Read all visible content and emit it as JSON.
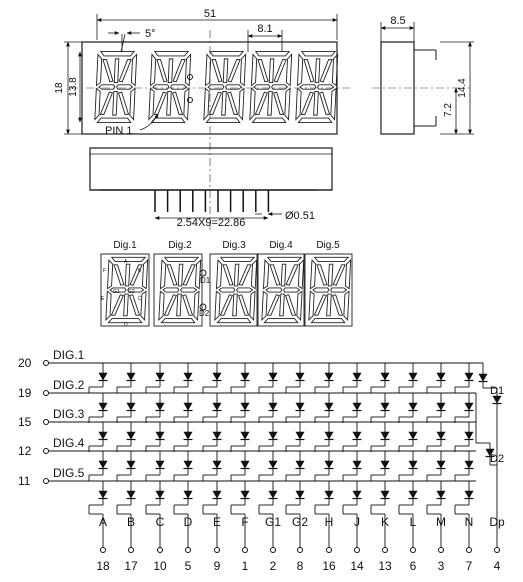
{
  "drawing": {
    "width_dim": "51",
    "angle_dim": "5°",
    "pitch_dim": "8.1",
    "height_outer_dim": "18",
    "height_inner_dim": "13.8",
    "pin1_label": "PIN 1",
    "side_depth_dim": "8.5",
    "side_pin_dim": "7.2",
    "side_height_dim": "14.4",
    "pin_spacing_dim": "2.54X9=22.86",
    "pin_diameter_dim": "Ø0.51"
  },
  "digits_view": {
    "labels": [
      "Dig.1",
      "Dig.2",
      "Dig.3",
      "Dig.4",
      "Dig.5"
    ],
    "colon_top": "D1",
    "colon_bottom": "D2"
  },
  "schematic": {
    "digit_lines": [
      {
        "pin": "20",
        "name": "DIG.1"
      },
      {
        "pin": "19",
        "name": "DIG.2"
      },
      {
        "pin": "15",
        "name": "DIG.3"
      },
      {
        "pin": "12",
        "name": "DIG.4"
      },
      {
        "pin": "11",
        "name": "DIG.5"
      }
    ],
    "segments": [
      "A",
      "B",
      "C",
      "D",
      "E",
      "F",
      "G1",
      "G2",
      "H",
      "J",
      "K",
      "L",
      "M",
      "N",
      "Dp"
    ],
    "segment_pins": [
      "18",
      "17",
      "10",
      "5",
      "9",
      "1",
      "2",
      "8",
      "16",
      "14",
      "13",
      "6",
      "3",
      "7",
      "4"
    ],
    "extra_leds": [
      "D1",
      "D2"
    ]
  }
}
